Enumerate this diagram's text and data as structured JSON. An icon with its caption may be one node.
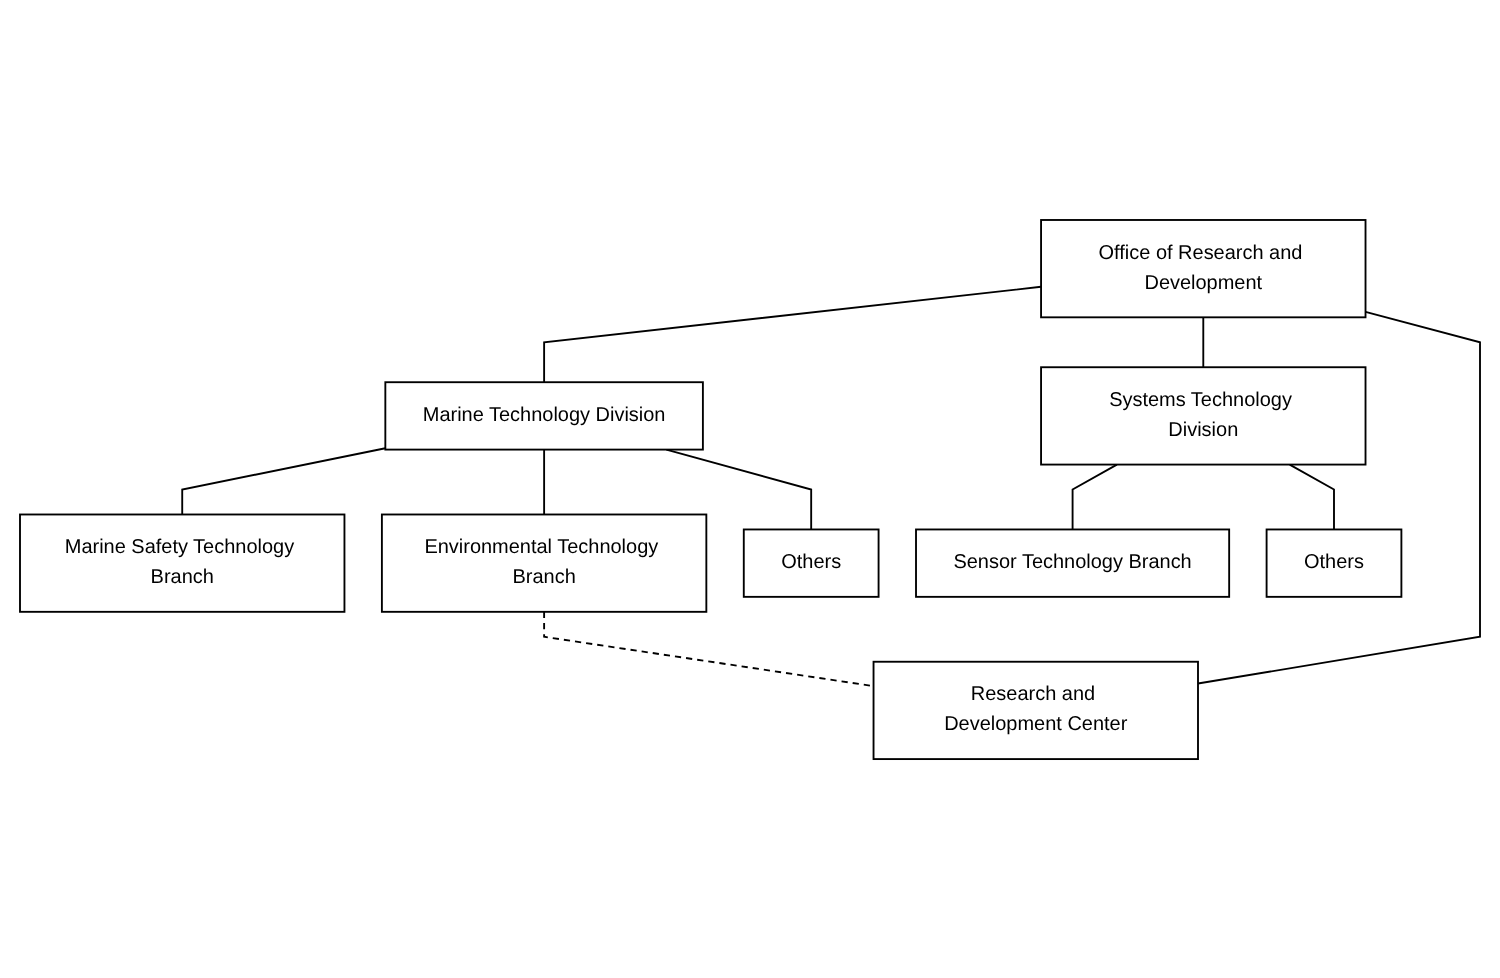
{
  "diagram": {
    "nodes": [
      {
        "text": [
          "Office of Research and Development"
        ]
      },
      {
        "text": [
          "Marine Technology Division"
        ]
      },
      {
        "text": [
          "Systems Technology Division"
        ]
      },
      {
        "text": [
          "Marine Safety Technology Branch"
        ]
      },
      {
        "text": [
          "Environmental Technology Branch"
        ]
      },
      {
        "text": [
          "Others"
        ]
      },
      {
        "text": [
          "Sensor Technology Branch"
        ]
      },
      {
        "text": [
          "Others"
        ]
      },
      {
        "text": [
          "Research and Development Center"
        ]
      }
    ],
    "edges": [
      {
        "from": 0,
        "to": 1,
        "arrow": "none"
      },
      {
        "from": 0,
        "to": 2,
        "arrow": "none"
      },
      {
        "from": 0,
        "to": 8,
        "arrow": "none"
      },
      {
        "from": 1,
        "to": 3,
        "arrow": "none"
      },
      {
        "from": 1,
        "to": 4,
        "arrow": "none"
      },
      {
        "from": 1,
        "to": 5,
        "arrow": "none"
      },
      {
        "from": 2,
        "to": 6,
        "arrow": "none"
      },
      {
        "from": 2,
        "to": 7,
        "arrow": "none"
      },
      {
        "from": 4,
        "to": 8,
        "arrow": "none",
        "style": "dashed"
      }
    ]
  }
}
